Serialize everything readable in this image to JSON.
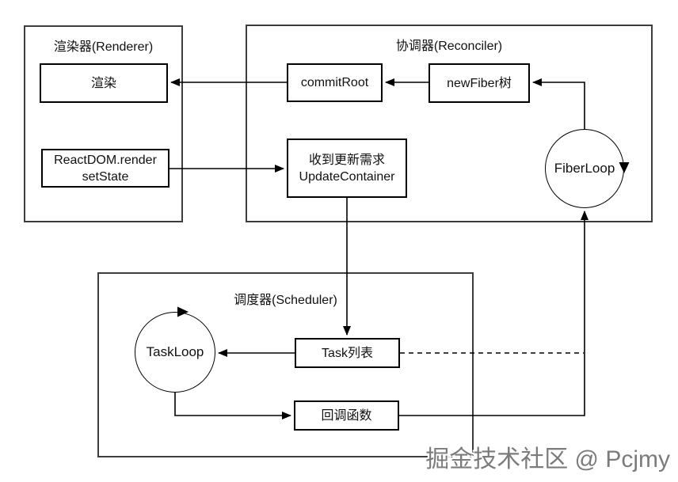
{
  "renderer": {
    "title": "渲染器(Renderer)",
    "render_label": "渲染",
    "reactdom_line1": "ReactDOM.render",
    "reactdom_line2": "setState"
  },
  "reconciler": {
    "title": "协调器(Reconciler)",
    "commit_root_label": "commitRoot",
    "new_fiber_label": "newFiber树",
    "update_line1": "收到更新需求",
    "update_line2": "UpdateContainer",
    "fiber_loop_label": "FiberLoop"
  },
  "scheduler": {
    "title": "调度器(Scheduler)",
    "task_loop_label": "TaskLoop",
    "task_list_label": "Task列表",
    "callback_label": "回调函数"
  },
  "watermark": "掘金技术社区 @ Pcjmy",
  "colors": {
    "line": "#000000",
    "outer_border": "#3d3d3d",
    "inner_border": "#000000",
    "background": "#ffffff",
    "watermark": "#7b7b7b"
  }
}
